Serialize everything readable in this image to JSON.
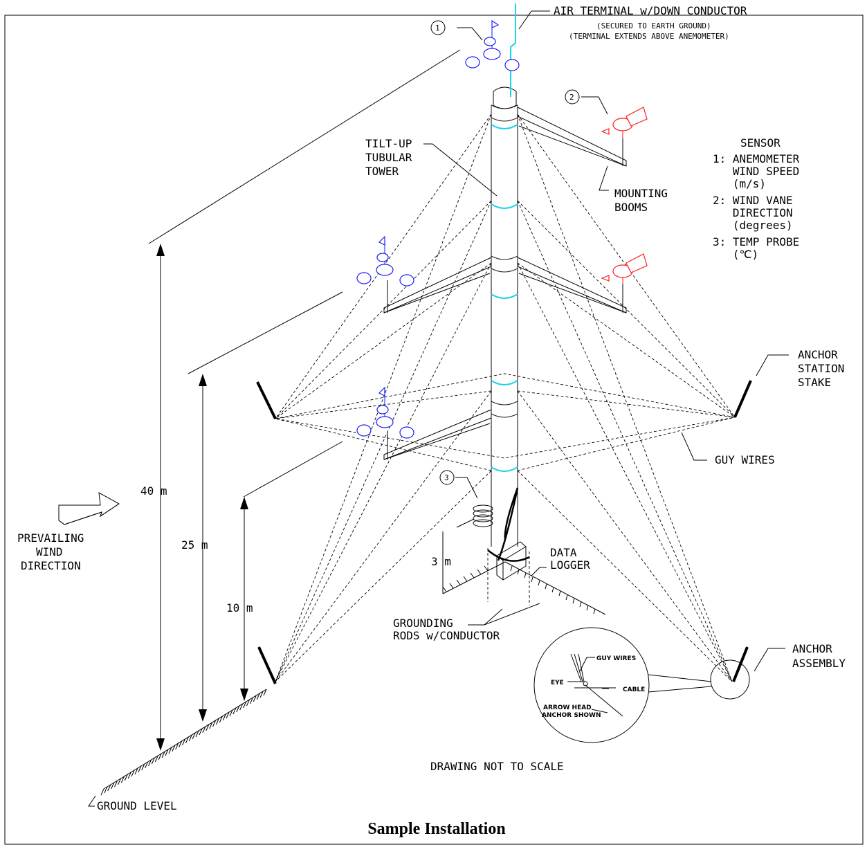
{
  "labels": {
    "air_terminal_1": "AIR TERMINAL w/DOWN CONDUCTOR",
    "air_terminal_2": "(SECURED TO EARTH GROUND)",
    "air_terminal_3": "(TERMINAL EXTENDS ABOVE ANEMOMETER)",
    "tower_1": "TILT-UP",
    "tower_2": "TUBULAR",
    "tower_3": "TOWER",
    "booms_1": "MOUNTING",
    "booms_2": "BOOMS",
    "anchor_station_1": "ANCHOR",
    "anchor_station_2": "STATION",
    "anchor_station_3": "STAKE",
    "guy_wires": "GUY WIRES",
    "prevailing_1": "PREVAILING",
    "prevailing_2": "WIND",
    "prevailing_3": "DIRECTION",
    "data_logger_1": "DATA",
    "data_logger_2": "LOGGER",
    "grounding_1": "GROUNDING",
    "grounding_2": "RODS w/CONDUCTOR",
    "anchor_assembly_1": "ANCHOR",
    "anchor_assembly_2": "ASSEMBLY",
    "ground_level": "GROUND LEVEL",
    "not_to_scale": "DRAWING NOT TO SCALE"
  },
  "callouts": [
    "1",
    "2",
    "3"
  ],
  "dimensions": {
    "h40": "40 m",
    "h25": "25 m",
    "h10": "10 m",
    "h3": "3 m"
  },
  "sensor_legend": {
    "title": "SENSOR",
    "lines": [
      "1: ANEMOMETER",
      "   WIND SPEED",
      "   (m/s)",
      "2: WIND VANE",
      "   DIRECTION",
      "   (degrees)",
      "3: TEMP PROBE",
      "   (℃)"
    ]
  },
  "detail": {
    "guy_wires": "GUY WIRES",
    "eye": "EYE",
    "cable": "CABLE",
    "arrow_1": "ARROW HEAD",
    "arrow_2": "ANCHOR SHOWN"
  },
  "figure_title": "Sample Installation",
  "colors": {
    "anemometer": "#1a1aff",
    "wind_vane": "#ff1a1a",
    "conductor": "#19d3e8",
    "line": "#000000"
  }
}
